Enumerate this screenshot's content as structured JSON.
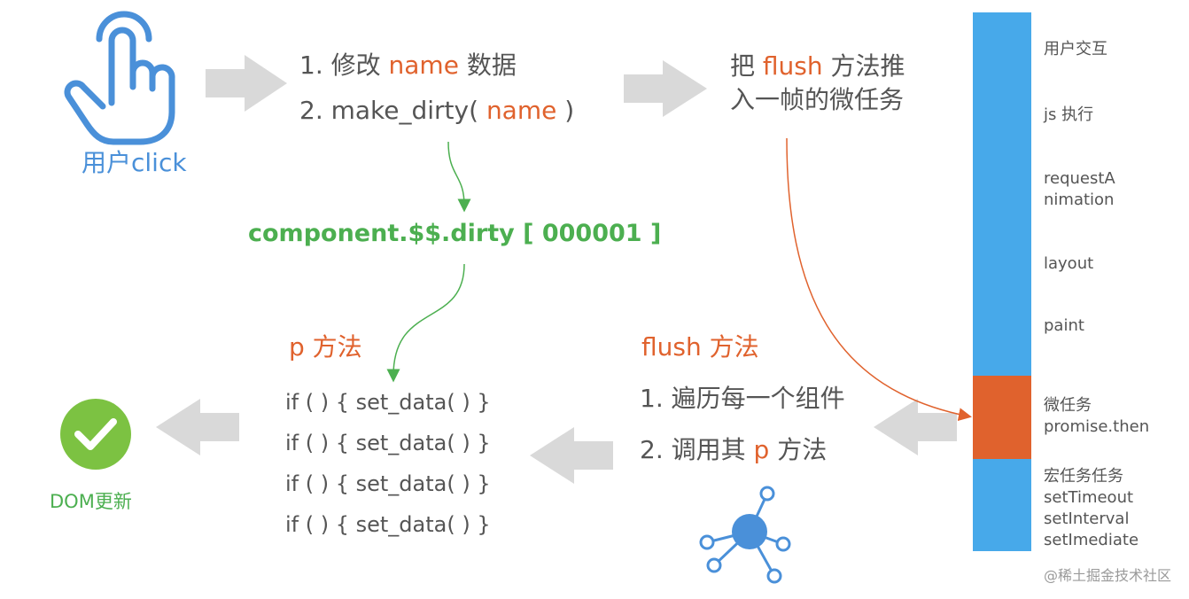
{
  "user_click": {
    "text": "用户click"
  },
  "steps": {
    "step1": {
      "prefix": "1. 修改 ",
      "keyword": "name",
      "suffix": " 数据"
    },
    "step2": {
      "prefix": "2. make_dirty( ",
      "keyword": "name",
      "suffix": " )"
    }
  },
  "push": {
    "line1_prefix": "把 ",
    "line1_keyword": "flush",
    "line1_suffix": " 方法推",
    "line2": "入一帧的微任务"
  },
  "dirty": {
    "text": "component.$$.dirty [ 000001 ]"
  },
  "p_method": {
    "title": "p 方法",
    "lines": [
      "if (  ) { set_data( ) }",
      "if (  ) { set_data( ) }",
      "if (  ) { set_data( ) }",
      "if (  ) { set_data( ) }"
    ]
  },
  "flush_method": {
    "title": "flush 方法",
    "line1": "1. 遍历每一个组件",
    "line2_prefix": "2. 调用其 ",
    "line2_keyword": "p",
    "line2_suffix": " 方法"
  },
  "dom_update": {
    "text": "DOM更新"
  },
  "event_loop": {
    "labels": [
      "用户交互",
      "js 执行",
      "requestA\nnimation",
      "layout",
      "paint",
      "微任务\npromise.then",
      "宏任务任务\nsetTimeout\nsetInterval\nsetImediate"
    ]
  },
  "colors": {
    "gray_text": "#555555",
    "orange": "#e0622d",
    "blue": "#4a90d9",
    "green": "#4caf50",
    "arrow_gray": "#d9d9d9",
    "bar_blue": "#47a9ea",
    "bar_orange": "#e0622d"
  },
  "icons": [
    "pointing-hand-icon",
    "check-circle-icon",
    "network-nodes-icon"
  ],
  "watermark": {
    "text": "@稀土掘金技术社区"
  }
}
